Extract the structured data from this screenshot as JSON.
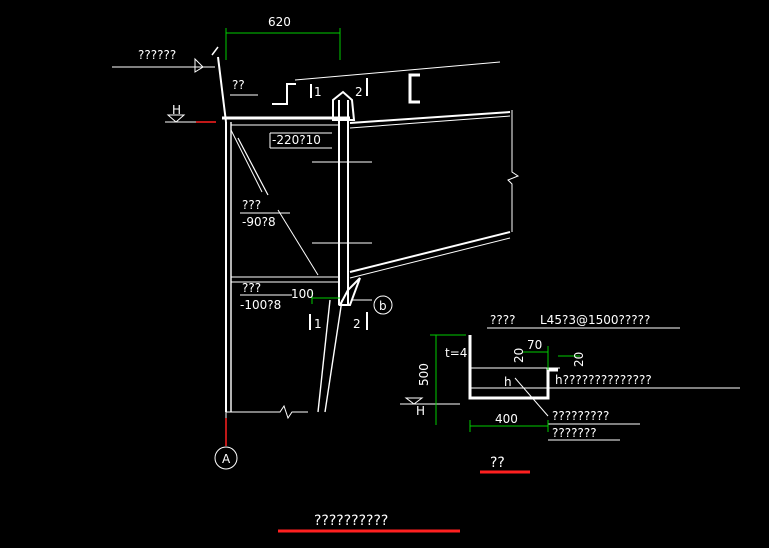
{
  "colors": {
    "line": "#ffffff",
    "dimension": "#00cc00",
    "accent": "#ff2020",
    "background": "#000000"
  },
  "labels": {
    "top_left_note": "??????",
    "gutter_top": "??",
    "level_mark": "H",
    "plate_1": "-220?10",
    "stiffener_a_name": "???",
    "stiffener_a_size": "-90?8",
    "stiffener_b_name": "???",
    "stiffener_b_size": "-100?8",
    "section_1_top": "1",
    "section_2_top": "2",
    "section_1_bot": "1",
    "section_2_bot": "2",
    "node_b": "b",
    "axis_a": "A",
    "detail_note_1": "????",
    "detail_note_2": "L45?3@1500?????",
    "detail_t": "t=4",
    "detail_h_note": "h??????????????",
    "detail_note_3": "?????????",
    "detail_note_4": "???????",
    "detail_level": "H",
    "detail_h_dim": "h",
    "detail_title": "??",
    "main_title": "??????????"
  },
  "dimensions": {
    "top_width": "620",
    "gap": "100",
    "d_70": "70",
    "d_20a": "20",
    "d_20b": "20",
    "d_500": "500",
    "d_400": "400"
  }
}
